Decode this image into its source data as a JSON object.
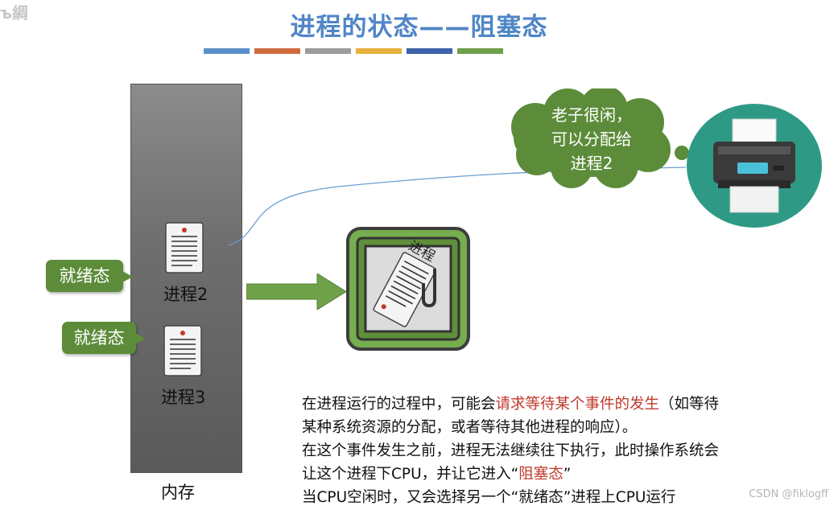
{
  "title": "进程的状态——阻塞态",
  "logo_text": "ъ綢",
  "color_bars": [
    "#5b8fc9",
    "#d06a3c",
    "#9b9b9b",
    "#e5b23c",
    "#3f63a8",
    "#6fa04a"
  ],
  "memory_label": "内存",
  "processes": [
    {
      "label": "进程2",
      "state": "就绪态"
    },
    {
      "label": "进程3",
      "state": "就绪态"
    }
  ],
  "cpu": {
    "label": "进程"
  },
  "cloud": {
    "lines": [
      "老子很闲，",
      "可以分配给",
      "进程2"
    ]
  },
  "paragraph": {
    "l1_a": "在进程运行的过程中，可能会",
    "l1_red": "请求等待某个事件的发生",
    "l1_b": "（如等待",
    "l2": "某种系统资源的分配，或者等待其他进程的响应）。",
    "l3": "在这个事件发生之前，进程无法继续往下执行，此时操作系统会",
    "l4_a": "让这个进程下CPU，并让它进入“",
    "l4_red": "阻塞态",
    "l4_b": "”",
    "l5": "当CPU空闲时，又会选择另一个“就绪态”进程上CPU运行"
  },
  "watermark": "CSDN @fiklogff",
  "colors": {
    "title": "#4f86c6",
    "callout": "#5c8c3a",
    "highlight": "#c0392b",
    "printer_bg": "#2e9a86"
  }
}
